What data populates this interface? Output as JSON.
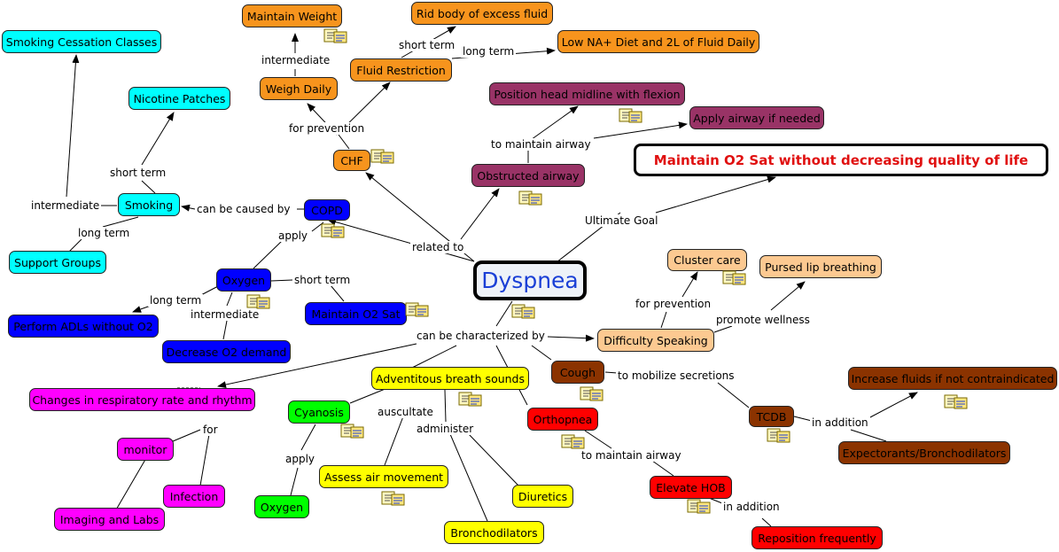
{
  "nodes": {
    "dyspnea": "Dyspnea",
    "goal": "Maintain O2 Sat without decreasing quality of life",
    "maintain_weight": "Maintain Weight",
    "rid_fluid": "Rid body of excess fluid",
    "low_na_diet": "Low NA+ Diet and 2L of Fluid Daily",
    "fluid_restriction": "Fluid Restriction",
    "weigh_daily": "Weigh Daily",
    "chf": "CHF",
    "position_head": "Position head midline with flexion",
    "apply_airway": "Apply airway if needed",
    "obstructed_airway": "Obstructed airway",
    "smoking_cessation": "Smoking Cessation Classes",
    "nicotine_patches": "Nicotine Patches",
    "smoking": "Smoking",
    "support_groups": "Support Groups",
    "copd": "COPD",
    "oxygen_blue": "Oxygen",
    "perform_adls": "Perform ADLs without O2",
    "decrease_o2": "Decrease O2 demand",
    "maintain_o2_sat": "Maintain O2 Sat",
    "cluster_care": "Cluster care",
    "pursed_lip": "Pursed lip breathing",
    "difficulty_speaking": "Difficulty Speaking",
    "cough": "Cough",
    "tcdb": "TCDB",
    "increase_fluids": "Increase fluids if not contraindicated",
    "expectorants": "Expectorants/Bronchodilators",
    "changes_resp": "Changes in respiratory rate and rhythm",
    "monitor": "monitor",
    "infection": "Infection",
    "imaging_labs": "Imaging and Labs",
    "adventitious": "Adventitous breath sounds",
    "cyanosis": "Cyanosis",
    "oxygen_green": "Oxygen",
    "assess_air": "Assess air movement",
    "bronchodilators": "Bronchodilators",
    "diuretics": "Diuretics",
    "orthopnea": "Orthopnea",
    "elevate_hob": "Elevate HOB",
    "reposition": "Reposition frequently"
  },
  "links": {
    "intermediate_weight": "intermediate",
    "short_term_fluid": "short term",
    "long_term_fluid": "long term",
    "for_prevention_chf": "for prevention",
    "to_maintain_airway_obs": "to maintain airway",
    "short_term_smoke": "short term",
    "intermediate_smoke": "intermediate",
    "long_term_smoke": "long term",
    "can_be_caused_by": "can be caused by",
    "apply_oxygen": "apply",
    "related_to": "related to",
    "ultimate_goal": "Ultimate Goal",
    "long_term_oxygen": "long term",
    "short_term_oxygen": "short term",
    "intermediate_oxygen": "intermediate",
    "for_prevention_speak": "for prevention",
    "promote_wellness": "promote wellness",
    "can_be_characterized_by": "can be characterized by",
    "to_mobilize": "to mobilize secretions",
    "in_addition_tcdb": "in addition",
    "for_monitor": "for",
    "auscultate": "auscultate",
    "administer": "administer",
    "apply_cyanosis": "apply",
    "to_maintain_airway_orth": "to maintain airway",
    "in_addition_hob": "in addition"
  },
  "colors": {
    "orange": "#f7941d",
    "cyan": "#00ffff",
    "blue": "#0000ff",
    "plum": "#993366",
    "peach": "#fcc991",
    "brown": "#8b3300",
    "magenta": "#ff00ff",
    "yellow": "#ffff00",
    "green": "#00ff00",
    "red": "#ff0000",
    "goal_text": "#e01010",
    "center_text": "#1a3fd6"
  },
  "icons": {
    "note": "notes-resource-icon"
  }
}
